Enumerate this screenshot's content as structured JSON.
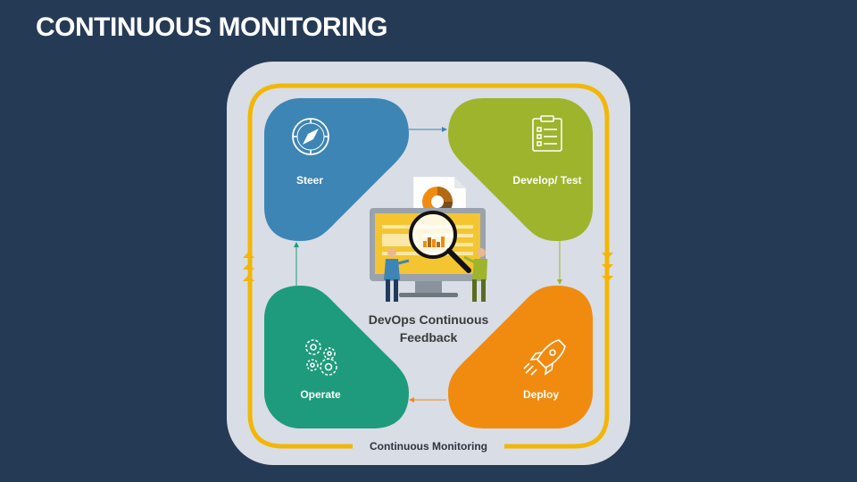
{
  "slide": {
    "title": "CONTINUOUS MONITORING"
  },
  "diagram": {
    "center_label_line1": "DevOps Continuous",
    "center_label_line2": "Feedback",
    "footer_label": "Continuous Monitoring",
    "stages": [
      {
        "label": "Steer",
        "icon": "compass-icon",
        "color": "#3d85b5"
      },
      {
        "label": "Develop/ Test",
        "icon": "clipboard-checklist-icon",
        "color": "#9db42c"
      },
      {
        "label": "Deploy",
        "icon": "rocket-icon",
        "color": "#f08b10"
      },
      {
        "label": "Operate",
        "icon": "gears-icon",
        "color": "#1e9b7c"
      }
    ],
    "colors": {
      "background": "#253a55",
      "panel": "#d9dde5",
      "frame": "#f2b705"
    }
  }
}
